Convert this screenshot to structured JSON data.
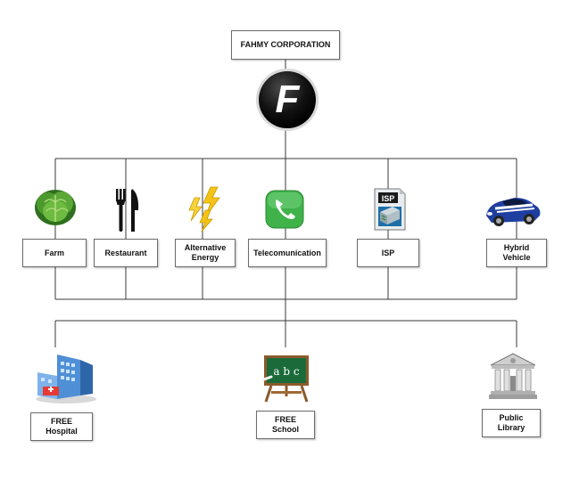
{
  "root": {
    "label": "FAHMY CORPORATION",
    "logo_letter": "F"
  },
  "businesses": [
    {
      "label": "Farm",
      "icon": "lettuce-icon"
    },
    {
      "label": "Restaurant",
      "icon": "fork-knife-icon"
    },
    {
      "label": "Alternative\nEnergy",
      "icon": "lightning-icon"
    },
    {
      "label": "Telecomunication",
      "icon": "phone-icon"
    },
    {
      "label": "ISP",
      "icon": "isp-box-icon"
    },
    {
      "label": "Hybrid\nVehicle",
      "icon": "sports-car-icon"
    }
  ],
  "services": [
    {
      "label": "FREE\nHospital",
      "icon": "hospital-building-icon"
    },
    {
      "label": "FREE\nSchool",
      "icon": "chalkboard-icon"
    },
    {
      "label": "Public\nLibrary",
      "icon": "library-building-icon"
    }
  ],
  "icon_text": {
    "isp": "ISP",
    "board": "a b c"
  },
  "colors": {
    "line": "#3a3a3a",
    "box_border": "#6b6b6b",
    "phone_green": "#3fb24a",
    "lettuce_green": "#3f8a2a",
    "bolt_yellow": "#f3c316",
    "car_blue": "#1f3fa0"
  }
}
